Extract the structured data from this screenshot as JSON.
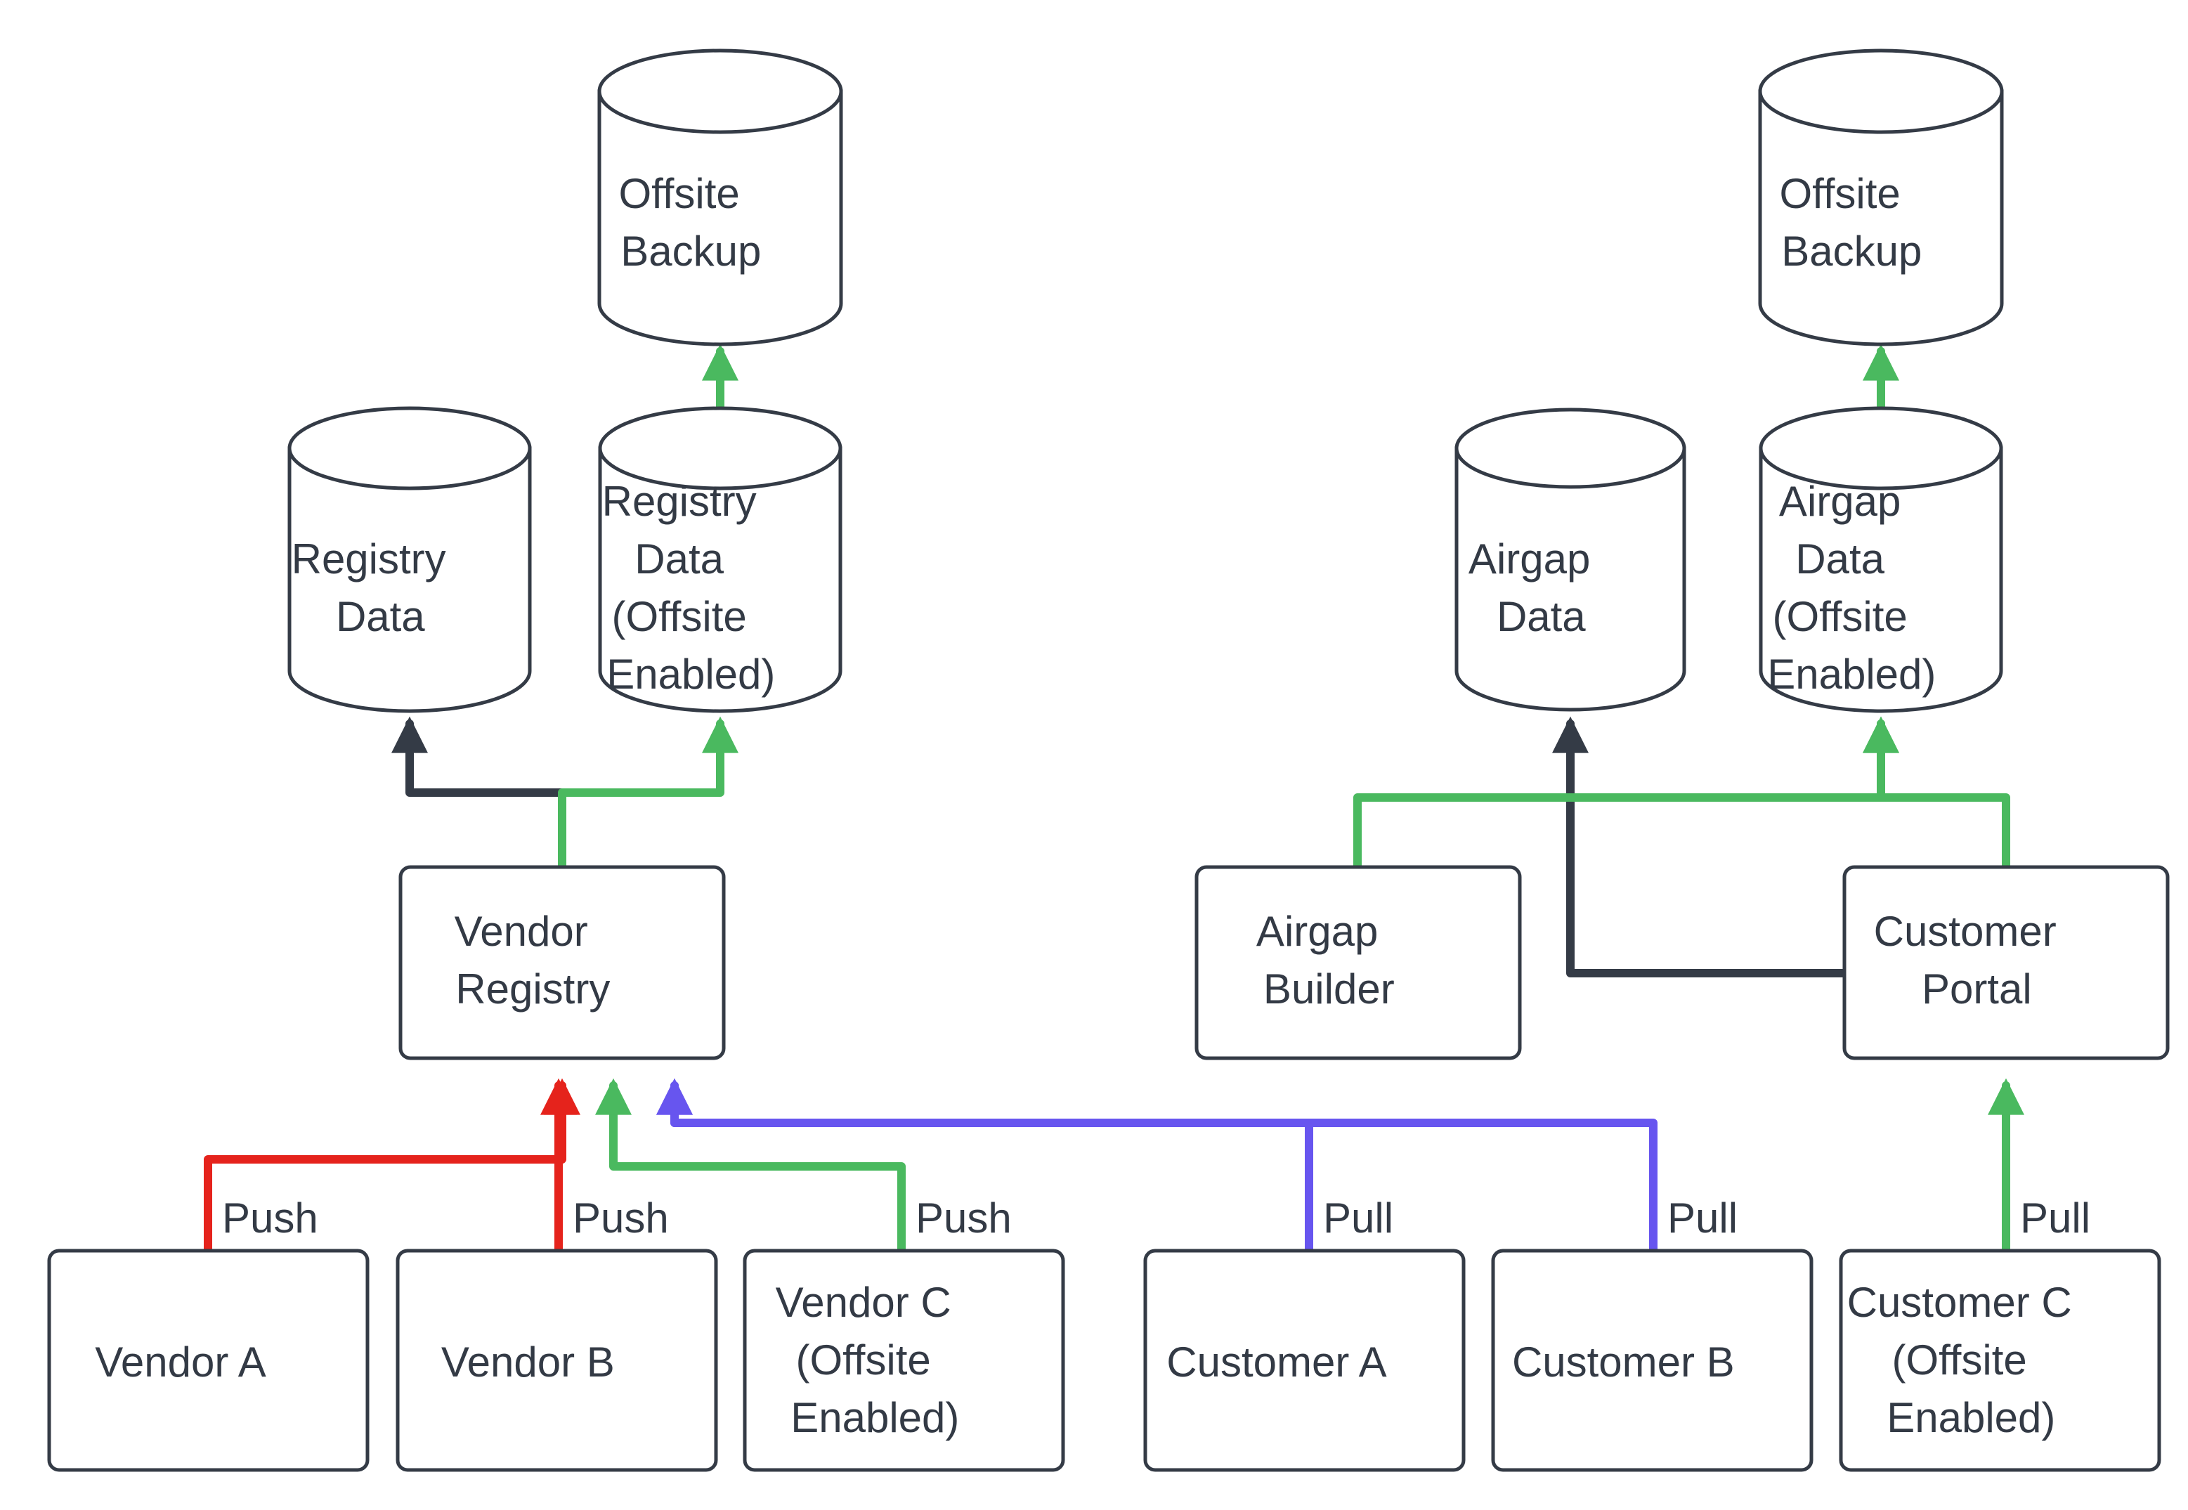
{
  "diagram": {
    "type": "flowchart",
    "background": "#ffffff",
    "palette": {
      "node_stroke": "#343b46",
      "node_fill": "#ffffff",
      "text": "#333a45",
      "edge_dark": "#343b46",
      "edge_green": "#4ab95f",
      "edge_red": "#e5231c",
      "edge_blue": "#6755ef"
    },
    "nodes": [
      {
        "id": "offsite-backup-left",
        "shape": "cylinder",
        "label": "Offsite\nBackup",
        "lines": [
          "Offsite",
          "Backup"
        ]
      },
      {
        "id": "registry-data",
        "shape": "cylinder",
        "label": "Registry\nData",
        "lines": [
          "Registry",
          "Data"
        ]
      },
      {
        "id": "registry-data-offsite",
        "shape": "cylinder",
        "label": "Registry\nData\n(Offsite\nEnabled)",
        "lines": [
          "Registry",
          "Data",
          "(Offsite",
          "Enabled)"
        ]
      },
      {
        "id": "offsite-backup-right",
        "shape": "cylinder",
        "label": "Offsite\nBackup",
        "lines": [
          "Offsite",
          "Backup"
        ]
      },
      {
        "id": "airgap-data",
        "shape": "cylinder",
        "label": "Airgap\nData",
        "lines": [
          "Airgap",
          "Data"
        ]
      },
      {
        "id": "airgap-data-offsite",
        "shape": "cylinder",
        "label": "Airgap\nData\n(Offsite\nEnabled)",
        "lines": [
          "Airgap",
          "Data",
          "(Offsite",
          "Enabled)"
        ]
      },
      {
        "id": "vendor-registry",
        "shape": "rounded-rect",
        "label": "Vendor\nRegistry",
        "lines": [
          "Vendor",
          "Registry"
        ]
      },
      {
        "id": "airgap-builder",
        "shape": "rounded-rect",
        "label": "Airgap\nBuilder",
        "lines": [
          "Airgap",
          "Builder"
        ]
      },
      {
        "id": "customer-portal",
        "shape": "rounded-rect",
        "label": "Customer\nPortal",
        "lines": [
          "Customer",
          "Portal"
        ]
      },
      {
        "id": "vendor-a",
        "shape": "rounded-rect",
        "label": "Vendor A",
        "lines": [
          "Vendor A"
        ]
      },
      {
        "id": "vendor-b",
        "shape": "rounded-rect",
        "label": "Vendor B",
        "lines": [
          "Vendor B"
        ]
      },
      {
        "id": "vendor-c",
        "shape": "rounded-rect",
        "label": "Vendor C\n(Offsite\nEnabled)",
        "lines": [
          "Vendor C",
          "(Offsite",
          "Enabled)"
        ]
      },
      {
        "id": "customer-a",
        "shape": "rounded-rect",
        "label": "Customer A",
        "lines": [
          "Customer A"
        ]
      },
      {
        "id": "customer-b",
        "shape": "rounded-rect",
        "label": "Customer B",
        "lines": [
          "Customer B"
        ]
      },
      {
        "id": "customer-c",
        "shape": "rounded-rect",
        "label": "Customer C\n(Offsite\nEnabled)",
        "lines": [
          "Customer C",
          "(Offsite",
          "Enabled)"
        ]
      }
    ],
    "edges": [
      {
        "id": "e-vendor-a-push",
        "from": "vendor-a",
        "to": "vendor-registry",
        "label": "Push",
        "color": "#e5231c"
      },
      {
        "id": "e-vendor-b-push",
        "from": "vendor-b",
        "to": "vendor-registry",
        "label": "Push",
        "color": "#e5231c"
      },
      {
        "id": "e-vendor-c-push",
        "from": "vendor-c",
        "to": "vendor-registry",
        "label": "Push",
        "color": "#4ab95f"
      },
      {
        "id": "e-customer-a-pull",
        "from": "customer-a",
        "to": "vendor-registry",
        "label": "Pull",
        "color": "#6755ef"
      },
      {
        "id": "e-customer-b-pull",
        "from": "customer-b",
        "to": "vendor-registry",
        "label": "Pull",
        "color": "#6755ef"
      },
      {
        "id": "e-customer-c-pull",
        "from": "customer-c",
        "to": "customer-portal",
        "label": "Pull",
        "color": "#4ab95f"
      },
      {
        "id": "e-registry-data",
        "from": "vendor-registry",
        "to": "registry-data",
        "label": "",
        "color": "#343b46"
      },
      {
        "id": "e-registry-data-offsite",
        "from": "vendor-registry",
        "to": "registry-data-offsite",
        "label": "",
        "color": "#4ab95f"
      },
      {
        "id": "e-offsite-backup-left",
        "from": "registry-data-offsite",
        "to": "offsite-backup-left",
        "label": "",
        "color": "#4ab95f"
      },
      {
        "id": "e-airgap-data",
        "from": "customer-portal",
        "to": "airgap-data",
        "label": "",
        "color": "#343b46"
      },
      {
        "id": "e-airgap-builder-out",
        "from": "airgap-builder",
        "to": "airgap-data-offsite",
        "label": "",
        "color": "#4ab95f"
      },
      {
        "id": "e-portal-offsite",
        "from": "customer-portal",
        "to": "airgap-data-offsite",
        "label": "",
        "color": "#4ab95f"
      },
      {
        "id": "e-offsite-backup-right",
        "from": "airgap-data-offsite",
        "to": "offsite-backup-right",
        "label": "",
        "color": "#4ab95f"
      }
    ],
    "edge_labels": {
      "push_1": "Push",
      "push_2": "Push",
      "push_3": "Push",
      "pull_1": "Pull",
      "pull_2": "Pull",
      "pull_3": "Pull"
    }
  }
}
